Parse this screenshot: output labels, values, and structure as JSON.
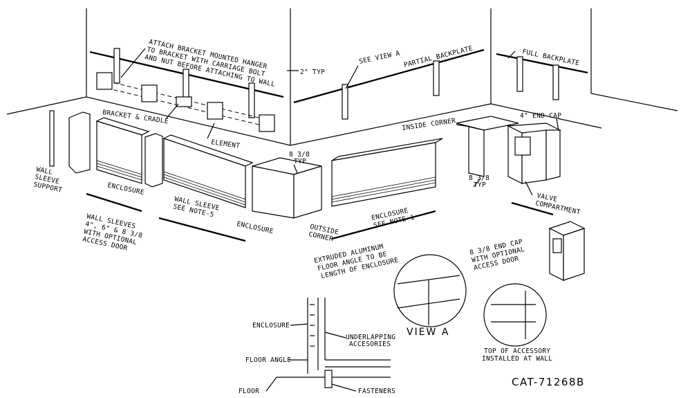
{
  "labels": {
    "attach_bracket": [
      "ATTACH BRACKET MOUNTED HANGER",
      "TO BRACKET WITH CARRIAGE BOLT",
      "AND NUT BEFORE ATTACHING TO WALL"
    ],
    "two_typ": "2\" TYP",
    "see_view_a": "SEE VIEW A",
    "partial_backplate": "PARTIAL BACKPLATE",
    "full_backplate": "FULL BACKPLATE",
    "bracket_cradle": "BRACKET & CRADLE",
    "element": "ELEMENT",
    "inside_corner": "INSIDE CORNER",
    "end_cap_4": "4\" END CAP",
    "wall_sleeve_support": [
      "WALL",
      "SLEEVE",
      "SUPPORT"
    ],
    "enclosure_left": "ENCLOSURE",
    "wall_sleeve_note": [
      "WALL SLEEVE",
      "SEE NOTE-5"
    ],
    "enclosure_mid": "ENCLOSURE",
    "dim_8_3_8_a": [
      "8 3/8",
      "TYP"
    ],
    "dim_8_3_8_b": [
      "8 3/8",
      "TYP"
    ],
    "outside_corner": [
      "OUTSIDE",
      "CORNER"
    ],
    "enclosure_note": [
      "ENCLOSURE",
      "SEE NOTE-1"
    ],
    "valve_compartment": [
      "VALVE",
      "COMPARTMENT"
    ],
    "wall_sleeves": [
      "WALL SLEEVES",
      "4\", 6\" & 8 3/8",
      "WITH OPTIONAL",
      "ACCESS DOOR"
    ],
    "extruded_aluminum": [
      "EXTRUDED ALUMINUM",
      "FLOOR ANGLE TO BE",
      "LENGTH OF ENCLOSURE"
    ],
    "end_cap_8": [
      "8 3/8 END CAP",
      "WITH OPTIONAL",
      "ACCESS DOOR"
    ],
    "view_a": "VIEW A",
    "top_of_accessory": [
      "TOP OF ACCESSORY",
      "INSTALLED AT WALL"
    ],
    "enclosure_detail": "ENCLOSURE",
    "underlapping": [
      "UNDERLAPPING",
      "ACCESORIES"
    ],
    "floor_angle": "FLOOR ANGLE",
    "floor": "FLOOR",
    "fasteners": "FASTENERS",
    "catalog_number": "CAT-71268B"
  }
}
